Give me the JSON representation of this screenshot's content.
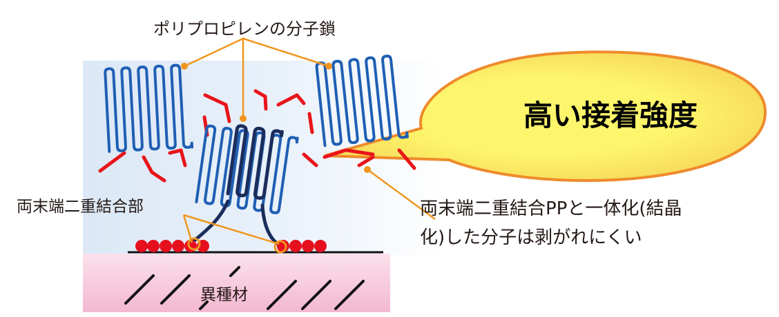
{
  "labels": {
    "pp_chain": "ポリプロピレンの分子鎖",
    "end_bond": "両末端二重結合部",
    "strength": "高い接着強度",
    "note_line1": "両末端二重結合PPと一体化(結晶",
    "note_line2": "化)した分子は剥がれにくい",
    "substrate": "異種材"
  },
  "colors": {
    "chain": "#1f5fb4",
    "chain_dark": "#1b2d5c",
    "red": "#e8141a",
    "leader": "#f0961e",
    "bubble_fill": "#fdf36a",
    "bubble_edge": "#f1892f",
    "band": "#dfe9f6",
    "substrate": "#f7c9dc"
  }
}
